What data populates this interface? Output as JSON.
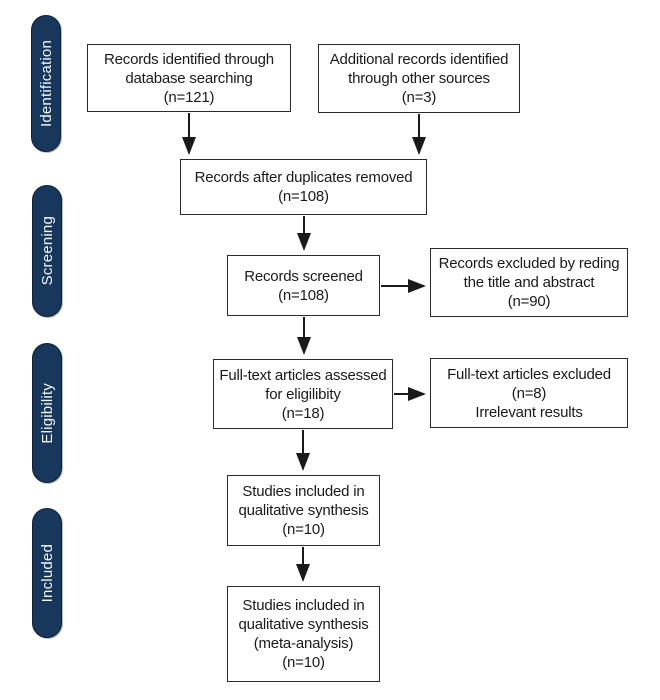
{
  "stages": [
    {
      "label": "Identification"
    },
    {
      "label": "Screening"
    },
    {
      "label": "Eligibility"
    },
    {
      "label": "Included"
    }
  ],
  "boxes": [
    {
      "id": "records-identified-database",
      "text": "Records identified through\ndatabase searching\n(n=121)"
    },
    {
      "id": "additional-records-other-sources",
      "text": "Additional records identified\nthrough other sources\n(n=3)"
    },
    {
      "id": "records-after-duplicates",
      "text": "Records after duplicates removed\n(n=108)"
    },
    {
      "id": "records-screened",
      "text": "Records screened\n(n=108)"
    },
    {
      "id": "records-excluded",
      "text": "Records excluded by reding\nthe title and abstract\n(n=90)"
    },
    {
      "id": "fulltext-assessed",
      "text": "Full-text articles assessed\nfor eligilibity\n(n=18)"
    },
    {
      "id": "fulltext-excluded",
      "text": "Full-text articles excluded\n(n=8)\nIrrelevant results"
    },
    {
      "id": "studies-qualitative",
      "text": "Studies included in\nqualitative synthesis\n(n=10)"
    },
    {
      "id": "studies-meta-analysis",
      "text": "Studies included in\nqualitative synthesis\n(meta-analysis)\n(n=10)"
    }
  ],
  "colors": {
    "stage_pill_background": "#17375d",
    "stage_pill_border": "#0e2138",
    "stage_pill_text": "#f5f8fb",
    "box_border": "#2b2b2b",
    "arrow": "#1a1a1a"
  }
}
